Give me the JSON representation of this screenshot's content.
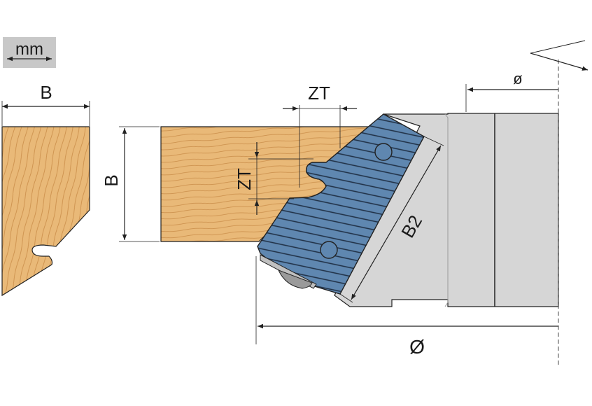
{
  "unit_badge": {
    "text": "mm"
  },
  "labels": {
    "b_top": "B",
    "b_side": "B",
    "zt_top": "ZT",
    "zt_side": "ZT",
    "b2": "B2",
    "diameter_small": "ø",
    "diameter_large": "Ø"
  },
  "colors": {
    "wood": "#e9b978",
    "wood_grain": "#c98c48",
    "knife": "#5f87b0",
    "knife_stripe": "#1f2f44",
    "body_grey": "#d6d6d6",
    "outline": "#222222"
  }
}
